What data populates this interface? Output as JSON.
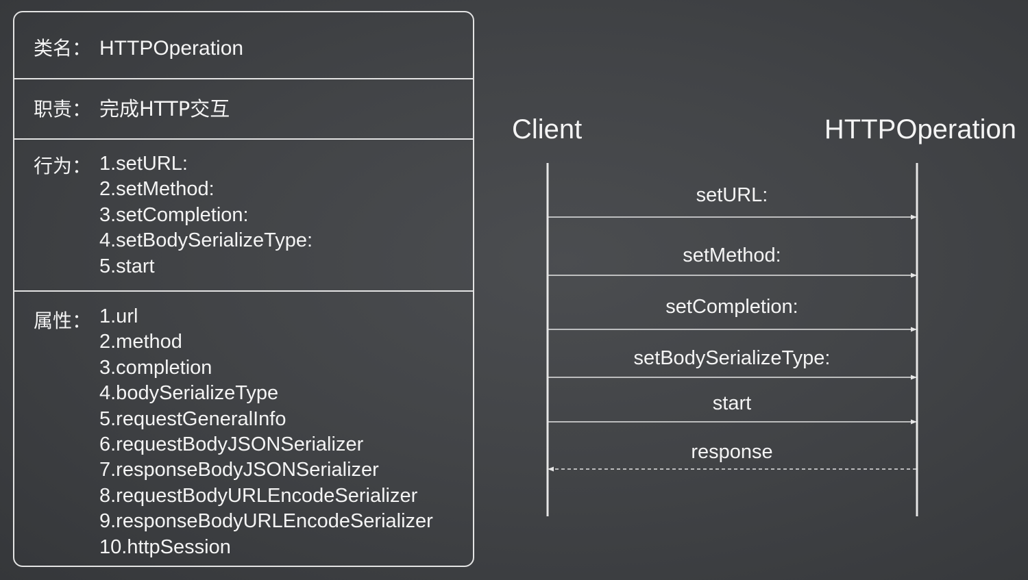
{
  "class_card": {
    "name_label": "类名：",
    "name_value": "HTTPOperation",
    "duty_label": "职责：",
    "duty_value": "完成HTTP交互",
    "behavior_label": "行为：",
    "behaviors": [
      "1.setURL:",
      "2.setMethod:",
      "3.setCompletion:",
      "4.setBodySerializeType:",
      "5.start"
    ],
    "attribute_label": "属性：",
    "attributes": [
      "1.url",
      "2.method",
      "3.completion",
      "4.bodySerializeType",
      "5.requestGeneralInfo",
      "6.requestBodyJSONSerializer",
      "7.responseBodyJSONSerializer",
      "8.requestBodyURLEncodeSerializer",
      "9.responseBodyURLEncodeSerializer",
      "10.httpSession"
    ]
  },
  "sequence": {
    "participants": [
      "Client",
      "HTTPOperation"
    ],
    "messages": [
      {
        "label": "setURL:",
        "from": "Client",
        "to": "HTTPOperation",
        "style": "solid"
      },
      {
        "label": "setMethod:",
        "from": "Client",
        "to": "HTTPOperation",
        "style": "solid"
      },
      {
        "label": "setCompletion:",
        "from": "Client",
        "to": "HTTPOperation",
        "style": "solid"
      },
      {
        "label": "setBodySerializeType:",
        "from": "Client",
        "to": "HTTPOperation",
        "style": "solid"
      },
      {
        "label": "start",
        "from": "Client",
        "to": "HTTPOperation",
        "style": "solid"
      },
      {
        "label": "response",
        "from": "HTTPOperation",
        "to": "Client",
        "style": "dashed"
      }
    ],
    "line_color": "#e6e6e6"
  }
}
